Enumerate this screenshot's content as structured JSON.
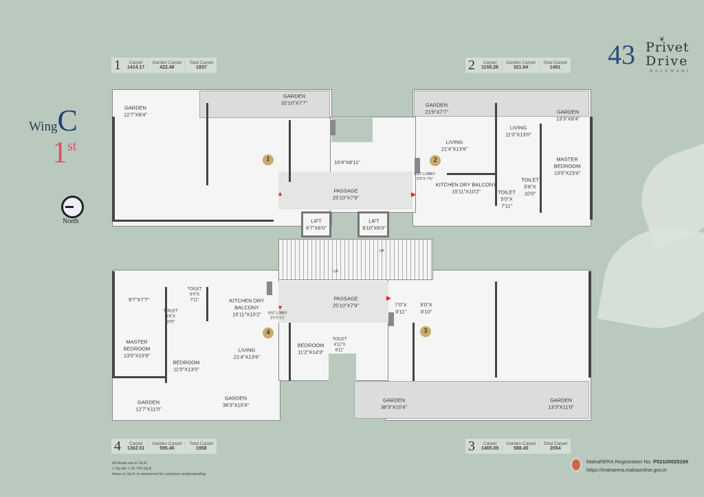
{
  "brand": {
    "number": "43",
    "name_line1": "Privet",
    "name_line2": "Drive",
    "location": "BALEWADI",
    "color": "#2b4a7a"
  },
  "wing": {
    "prefix": "Wing",
    "letter": "C"
  },
  "floor": {
    "number": "1",
    "suffix": "st",
    "color": "#d9506a"
  },
  "compass": {
    "label": "North"
  },
  "unit_tables": [
    {
      "unit": "1",
      "carpet": "1414.17",
      "garden_carpet": "422.48",
      "total_carpet": "1837"
    },
    {
      "unit": "2",
      "carpet": "1159.28",
      "garden_carpet": "321.84",
      "total_carpet": "1481"
    },
    {
      "unit": "4",
      "carpet": "1362.51",
      "garden_carpet": "595.46",
      "total_carpet": "1958"
    },
    {
      "unit": "3",
      "carpet": "1465.09",
      "garden_carpet": "588.45",
      "total_carpet": "2054"
    }
  ],
  "table_headers": {
    "carpet": "Carpet",
    "garden_carpet": "Garden Carpet",
    "total_carpet": "Total Carpet"
  },
  "rooms": {
    "u1_garden_small": {
      "name": "GARDEN",
      "size": "12'7\"X8'4\""
    },
    "u1_garden_large": {
      "name": "GARDEN",
      "size": "32'10\"X7'7\""
    },
    "u1_toilet": {
      "name": "",
      "size": "10'4\"X8'11\""
    },
    "passage_top": {
      "name": "PASSAGE",
      "size": "25'10\"X7'9\""
    },
    "lift_1": {
      "name": "LIFT",
      "size": "6'7\"X6'0\""
    },
    "lift_2": {
      "name": "LIFT",
      "size": "9'10\"X6'0\""
    },
    "u2_garden_left": {
      "name": "GARDEN",
      "size": "21'6\"X7'7\""
    },
    "u2_living": {
      "name": "LIVING",
      "size": "21'4\"X13'6\""
    },
    "u2_ent_lobby": {
      "name": "ENT LOBBY",
      "size": "5'0\"X 7'6\""
    },
    "u2_kitchen": {
      "name": "KITCHEN DRY BALCONY",
      "size": "15'11\"X10'2\""
    },
    "u2_living2": {
      "name": "LIVING",
      "size": "11'0\"X13'0\""
    },
    "u2_garden_right": {
      "name": "GARDEN",
      "size": "13'3\"X8'4\""
    },
    "u2_master": {
      "name": "MASTER BEDROOM",
      "size": "13'0\"X23'4\""
    },
    "u2_toilet1": {
      "name": "TOILET",
      "size": "5'0\"X 7'11\""
    },
    "u2_toilet2": {
      "name": "TOILET",
      "size": "5'6\"X 10'0\""
    },
    "u4_room": {
      "name": "",
      "size": "9'7\"X7'7\""
    },
    "u4_toilet1": {
      "name": "TOILET",
      "size": "5'0\"X 7'11\""
    },
    "u4_toilet2": {
      "name": "TOILET",
      "size": "5'6\"X 10'0\""
    },
    "u4_kitchen": {
      "name": "KITCHEN DRY BALCONY",
      "size": "15'11\"X10'2\""
    },
    "u4_ent_lobby": {
      "name": "ENT LOBBY",
      "size": "5'0\"X 5'1\""
    },
    "u4_master": {
      "name": "MASTER BEDROOM",
      "size": "13'0\"X15'9\""
    },
    "u4_bedroom": {
      "name": "BEDROOM",
      "size": "11'0\"X13'0\""
    },
    "u4_living": {
      "name": "LIVING",
      "size": "21'4\"X13'6\""
    },
    "u4_garden_left": {
      "name": "GARDEN",
      "size": "12'7\"X11'0\""
    },
    "u4_garden_right": {
      "name": "GARDEN",
      "size": "38'3\"X10'4\""
    },
    "u3_bedroom": {
      "name": "BEDROOM",
      "size": "11'2\"X14'3\""
    },
    "passage_bottom": {
      "name": "PASSAGE",
      "size": "25'10\"X7'9\""
    },
    "u3_toilet": {
      "name": "TOILET",
      "size": "4'11\"X 8'11\""
    },
    "u3_room1": {
      "name": "",
      "size": "7'0\"X 9'11\""
    },
    "u3_room2": {
      "name": "",
      "size": "5'0\"X 9'10\""
    },
    "u3_garden_left": {
      "name": "GARDEN",
      "size": "38'3\"X10'4\""
    },
    "u3_garden_right": {
      "name": "GARDEN",
      "size": "13'3\"X11'0\""
    }
  },
  "stairs": {
    "up_label": "UP"
  },
  "markers": [
    "1",
    "2",
    "3",
    "4"
  ],
  "notes": [
    "All Areas are in Sq.ft.",
    "1 Sq.mtr = 10.764 Sq.ft.",
    "Areas in Sq.ft. is mentioned for customer understanding."
  ],
  "rera": {
    "label": "MahaRERA Registration No.",
    "number": "P52100025169",
    "url": "https://maharera.mahaonline.gov.in"
  }
}
